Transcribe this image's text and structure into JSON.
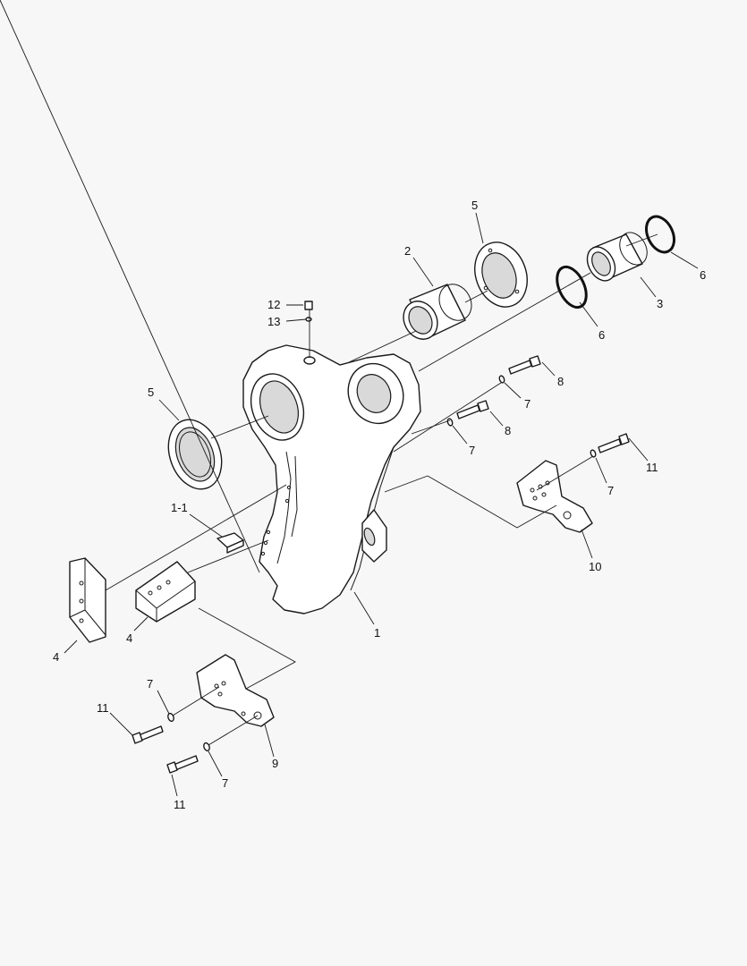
{
  "diagram": {
    "callouts": {
      "c1": "1",
      "c1_1": "1-1",
      "c2": "2",
      "c3": "3",
      "c4a": "4",
      "c4b": "4",
      "c5a": "5",
      "c5b": "5",
      "c6a": "6",
      "c6b": "6",
      "c7a": "7",
      "c7b": "7",
      "c7c": "7",
      "c7d": "7",
      "c7e": "7",
      "c8a": "8",
      "c8b": "8",
      "c9": "9",
      "c10": "10",
      "c11a": "11",
      "c11b": "11",
      "c11c": "11",
      "c12": "12",
      "c13": "13"
    }
  }
}
